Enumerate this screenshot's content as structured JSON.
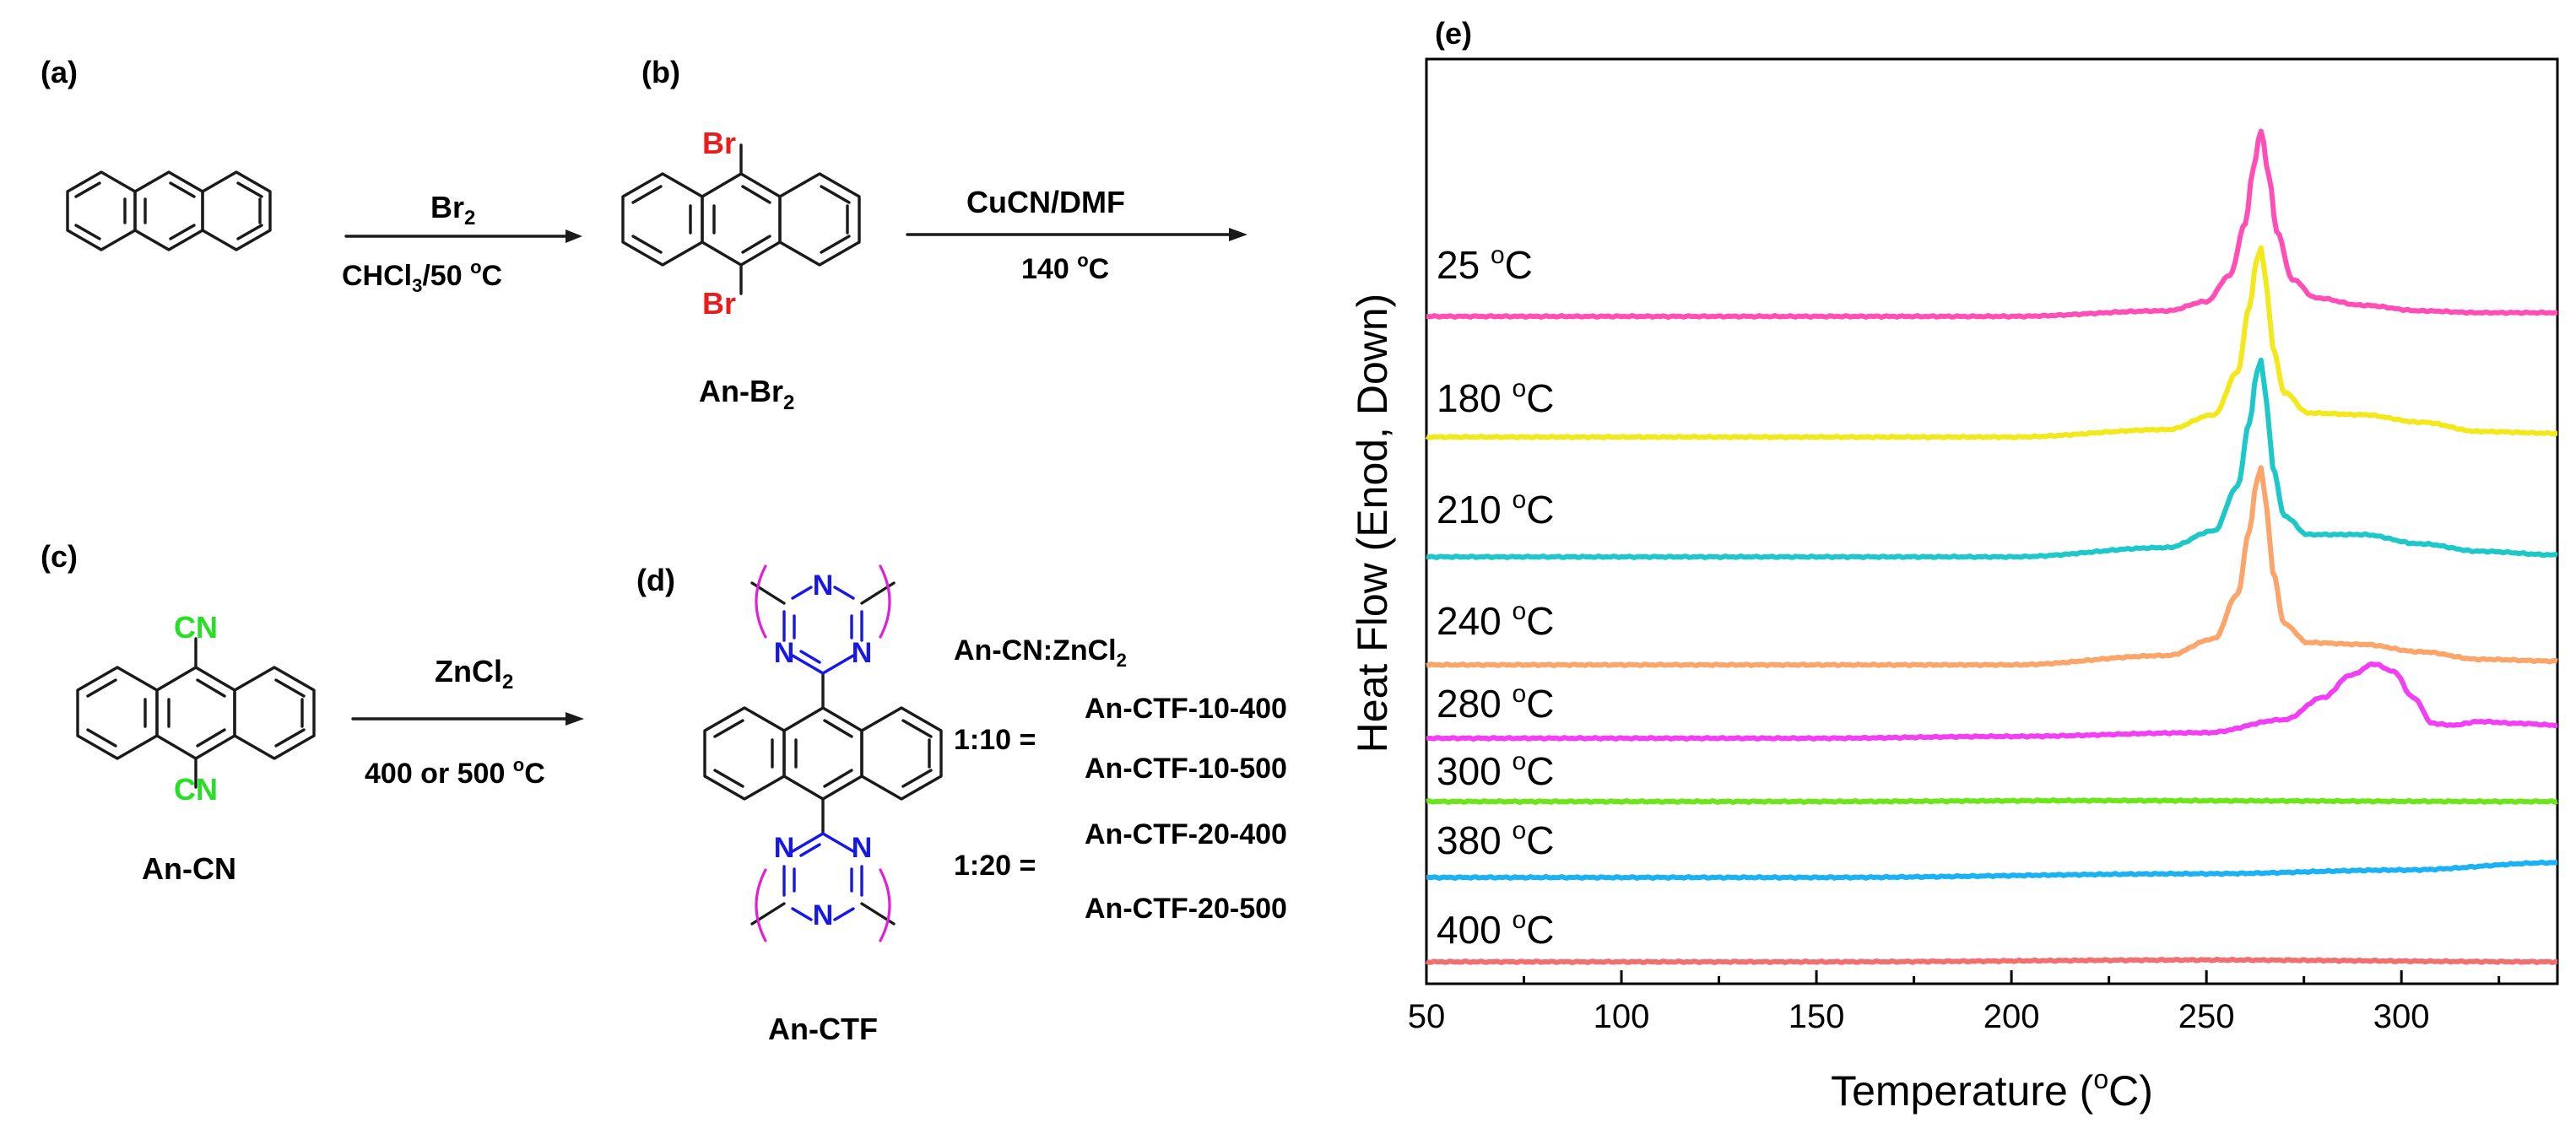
{
  "scheme": {
    "panel_a": "(a)",
    "panel_b": "(b)",
    "panel_c": "(c)",
    "panel_d": "(d)",
    "panel_e": "(e)",
    "step1_reagent": "Br",
    "step1_reagent_sub": "2",
    "step1_cond": "CHCl",
    "step1_cond_sub": "3",
    "step1_cond_tail": "/50 ",
    "step1_cond_sup": "o",
    "step1_cond_unit": "C",
    "step2_reagent": "CuCN/DMF",
    "step2_cond": "140 ",
    "step2_cond_sup": "o",
    "step2_cond_unit": "C",
    "step3_reagent": "ZnCl",
    "step3_reagent_sub": "2",
    "step3_cond": "400 or 500 ",
    "step3_cond_sup": "o",
    "step3_cond_unit": "C",
    "atom_br": "Br",
    "atom_cn": "CN",
    "atom_n": "N",
    "compound_anbr2": "An-Br",
    "compound_anbr2_sub": "2",
    "compound_ancn": "An-CN",
    "compound_anctf": "An-CTF",
    "ratio_header": "An-CN:ZnCl",
    "ratio_header_sub": "2",
    "ratio_1": "1:10 =",
    "ratio_2": "1:20 =",
    "product_1": "An-CTF-10-400",
    "product_2": "An-CTF-10-500",
    "product_3": "An-CTF-20-400",
    "product_4": "An-CTF-20-500"
  },
  "colors": {
    "bromine": "#e81e1e",
    "cyano": "#25e025",
    "triazine": "#1717e8",
    "polymer_bracket": "#e020d8"
  },
  "chart_data": {
    "type": "line",
    "title": "",
    "xlabel": "Temperature (",
    "xlabel_sup": "o",
    "xlabel_tail": "C)",
    "ylabel": "Heat Flow (Enod, Down)",
    "xlim": [
      50,
      340
    ],
    "xticks": [
      50,
      100,
      150,
      200,
      250,
      300
    ],
    "yticks": false,
    "grid": false,
    "legend": "none",
    "series": [
      {
        "name": "25 ",
        "sup": "o",
        "unit": "C",
        "color": "#ff4fb7",
        "baseline": 0.0,
        "x": [
          50,
          150,
          200,
          240,
          250,
          256,
          260,
          262,
          264,
          266,
          268,
          272,
          278,
          290,
          305,
          320,
          340
        ],
        "y": [
          0.0,
          0.0,
          0.0,
          0.3,
          0.8,
          2.2,
          5.0,
          8.0,
          10.0,
          7.6,
          4.6,
          2.0,
          1.0,
          0.6,
          0.3,
          0.2,
          0.2
        ]
      },
      {
        "name": "180 ",
        "sup": "o",
        "unit": "C",
        "color": "#f2e81a",
        "baseline": 0.0,
        "x": [
          50,
          150,
          200,
          240,
          252,
          258,
          261,
          263,
          264,
          265.5,
          267,
          270,
          276,
          290,
          305,
          320,
          340
        ],
        "y": [
          0.0,
          0.0,
          0.0,
          0.4,
          1.2,
          3.5,
          7.0,
          9.6,
          10.2,
          8.0,
          4.8,
          2.4,
          1.3,
          1.2,
          0.8,
          0.3,
          0.2
        ]
      },
      {
        "name": "210 ",
        "sup": "o",
        "unit": "C",
        "color": "#1ec8c8",
        "baseline": 0.0,
        "x": [
          50,
          150,
          200,
          240,
          252,
          258,
          261,
          263,
          264,
          265.5,
          267,
          270,
          276,
          290,
          305,
          320,
          340
        ],
        "y": [
          0.0,
          0.0,
          0.0,
          0.5,
          1.4,
          3.8,
          7.2,
          10.0,
          10.6,
          8.2,
          4.8,
          2.2,
          1.2,
          1.2,
          0.7,
          0.3,
          0.1
        ]
      },
      {
        "name": "240 ",
        "sup": "o",
        "unit": "C",
        "color": "#fca56a",
        "baseline": 0.0,
        "x": [
          50,
          150,
          200,
          240,
          252,
          258,
          261,
          263,
          264,
          265.5,
          267,
          270,
          276,
          290,
          305,
          320,
          340
        ],
        "y": [
          0.0,
          0.0,
          0.0,
          0.5,
          1.4,
          3.8,
          7.2,
          10.0,
          10.6,
          8.4,
          5.0,
          2.2,
          1.2,
          1.1,
          0.7,
          0.3,
          0.2
        ]
      },
      {
        "name": "280 ",
        "sup": "o",
        "unit": "C",
        "color": "#f23ff5",
        "baseline": 0.0,
        "x": [
          50,
          150,
          200,
          250,
          270,
          280,
          287,
          293,
          298,
          303,
          308,
          313,
          320,
          330,
          340
        ],
        "y": [
          0.0,
          0.0,
          0.1,
          0.3,
          1.0,
          2.2,
          3.4,
          4.0,
          3.6,
          2.2,
          0.8,
          0.7,
          0.9,
          0.8,
          0.7
        ]
      },
      {
        "name": "300 ",
        "sup": "o",
        "unit": "C",
        "color": "#6ce61a",
        "baseline": 0.0,
        "x": [
          50,
          150,
          220,
          340
        ],
        "y": [
          0.0,
          0.0,
          0.05,
          0.0
        ]
      },
      {
        "name": "380 ",
        "sup": "o",
        "unit": "C",
        "color": "#1ab1f5",
        "baseline": 0.0,
        "x": [
          50,
          150,
          250,
          300,
          340
        ],
        "y": [
          0.0,
          0.0,
          0.2,
          0.4,
          0.8
        ]
      },
      {
        "name": "400 ",
        "sup": "o",
        "unit": "C",
        "color": "#f26f6f",
        "baseline": 0.0,
        "x": [
          50,
          150,
          250,
          340
        ],
        "y": [
          0.0,
          0.0,
          0.1,
          0.0
        ]
      }
    ]
  }
}
